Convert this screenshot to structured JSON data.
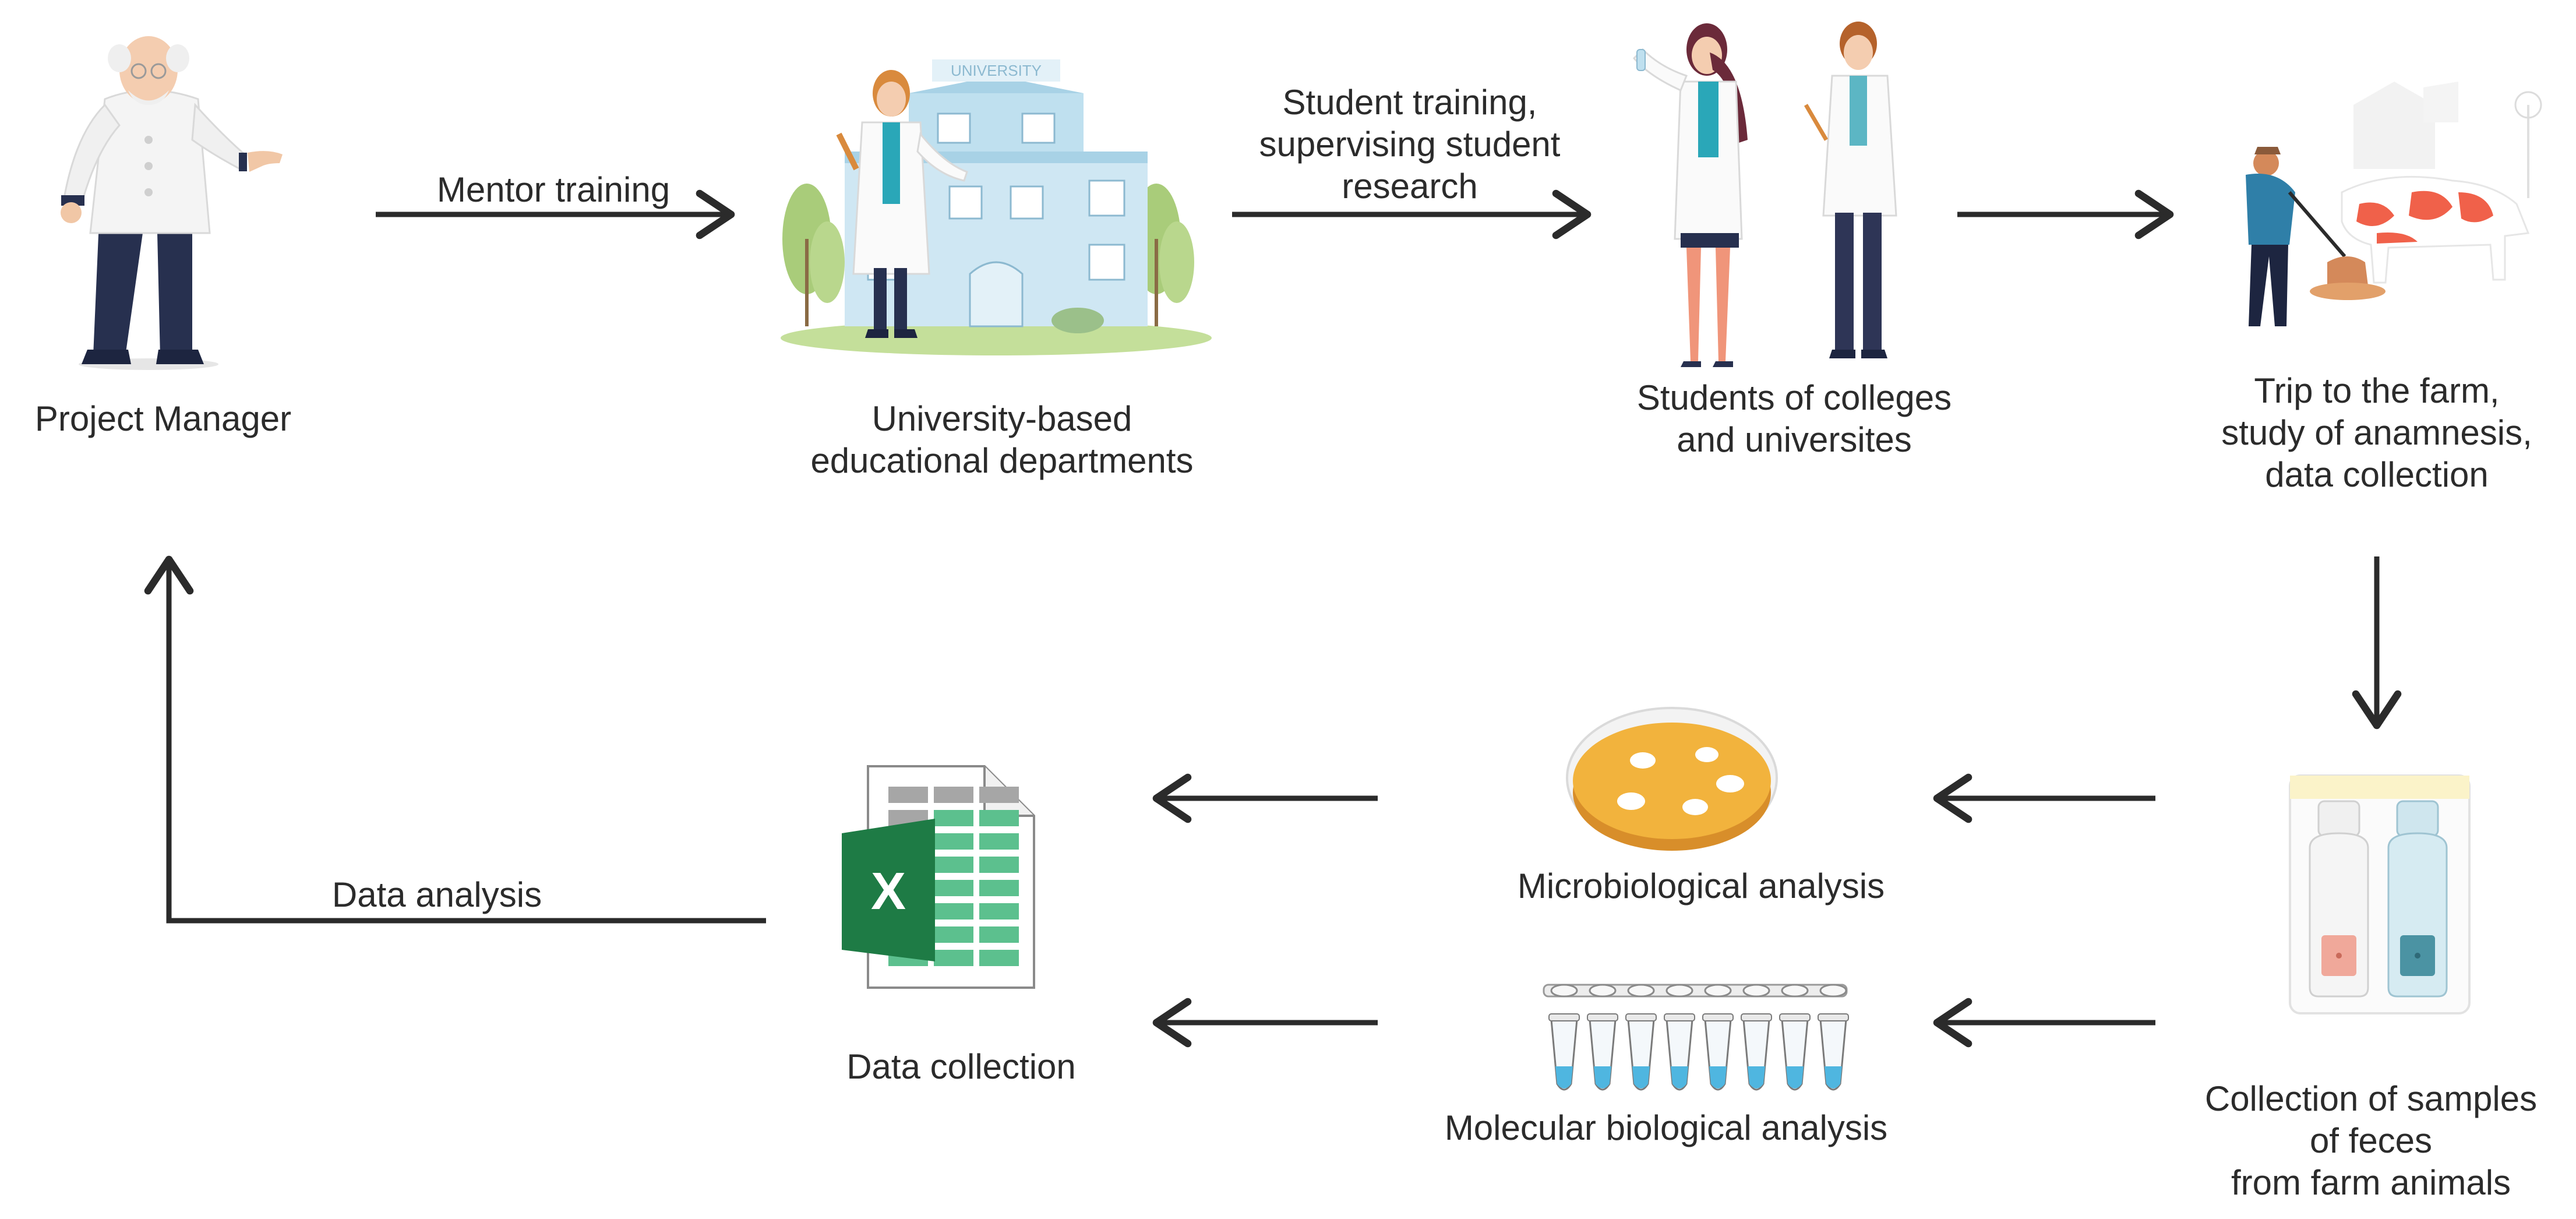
{
  "nodes": {
    "project_manager": {
      "lines": [
        "Project Manager"
      ]
    },
    "university": {
      "lines": [
        "University-based",
        "educational departments"
      ]
    },
    "students": {
      "lines": [
        "Students of colleges",
        "and universites"
      ]
    },
    "farm_trip": {
      "lines": [
        "Trip to the farm,",
        "study of anamnesis,",
        "data collection"
      ]
    },
    "samples": {
      "lines": [
        "Collection of samples",
        "of feces",
        "from farm animals"
      ]
    },
    "microbiological": {
      "lines": [
        "Microbiological analysis"
      ]
    },
    "molecular": {
      "lines": [
        "Molecular biological analysis"
      ]
    },
    "data_collection": {
      "lines": [
        "Data collection"
      ]
    }
  },
  "edges": {
    "mentor_training": {
      "lines": [
        "Mentor training"
      ]
    },
    "student_training": {
      "lines": [
        "Student training,",
        "supervising student",
        "research"
      ]
    },
    "data_analysis": {
      "lines": [
        "Data analysis"
      ]
    }
  },
  "icons": {
    "university_sign": "UNIVERSITY",
    "spreadsheet_letter": "X"
  },
  "colors": {
    "arrow": "#2b2b2b",
    "excel_green": "#1e7b45",
    "cell_green": "#5cc08e",
    "petri_agar": "#f2b33d",
    "building_blue": "#bfe0ef",
    "tree_green": "#a9cc7a",
    "cow_spot": "#f0614a",
    "tube_liquid": "#4fb6e0"
  }
}
